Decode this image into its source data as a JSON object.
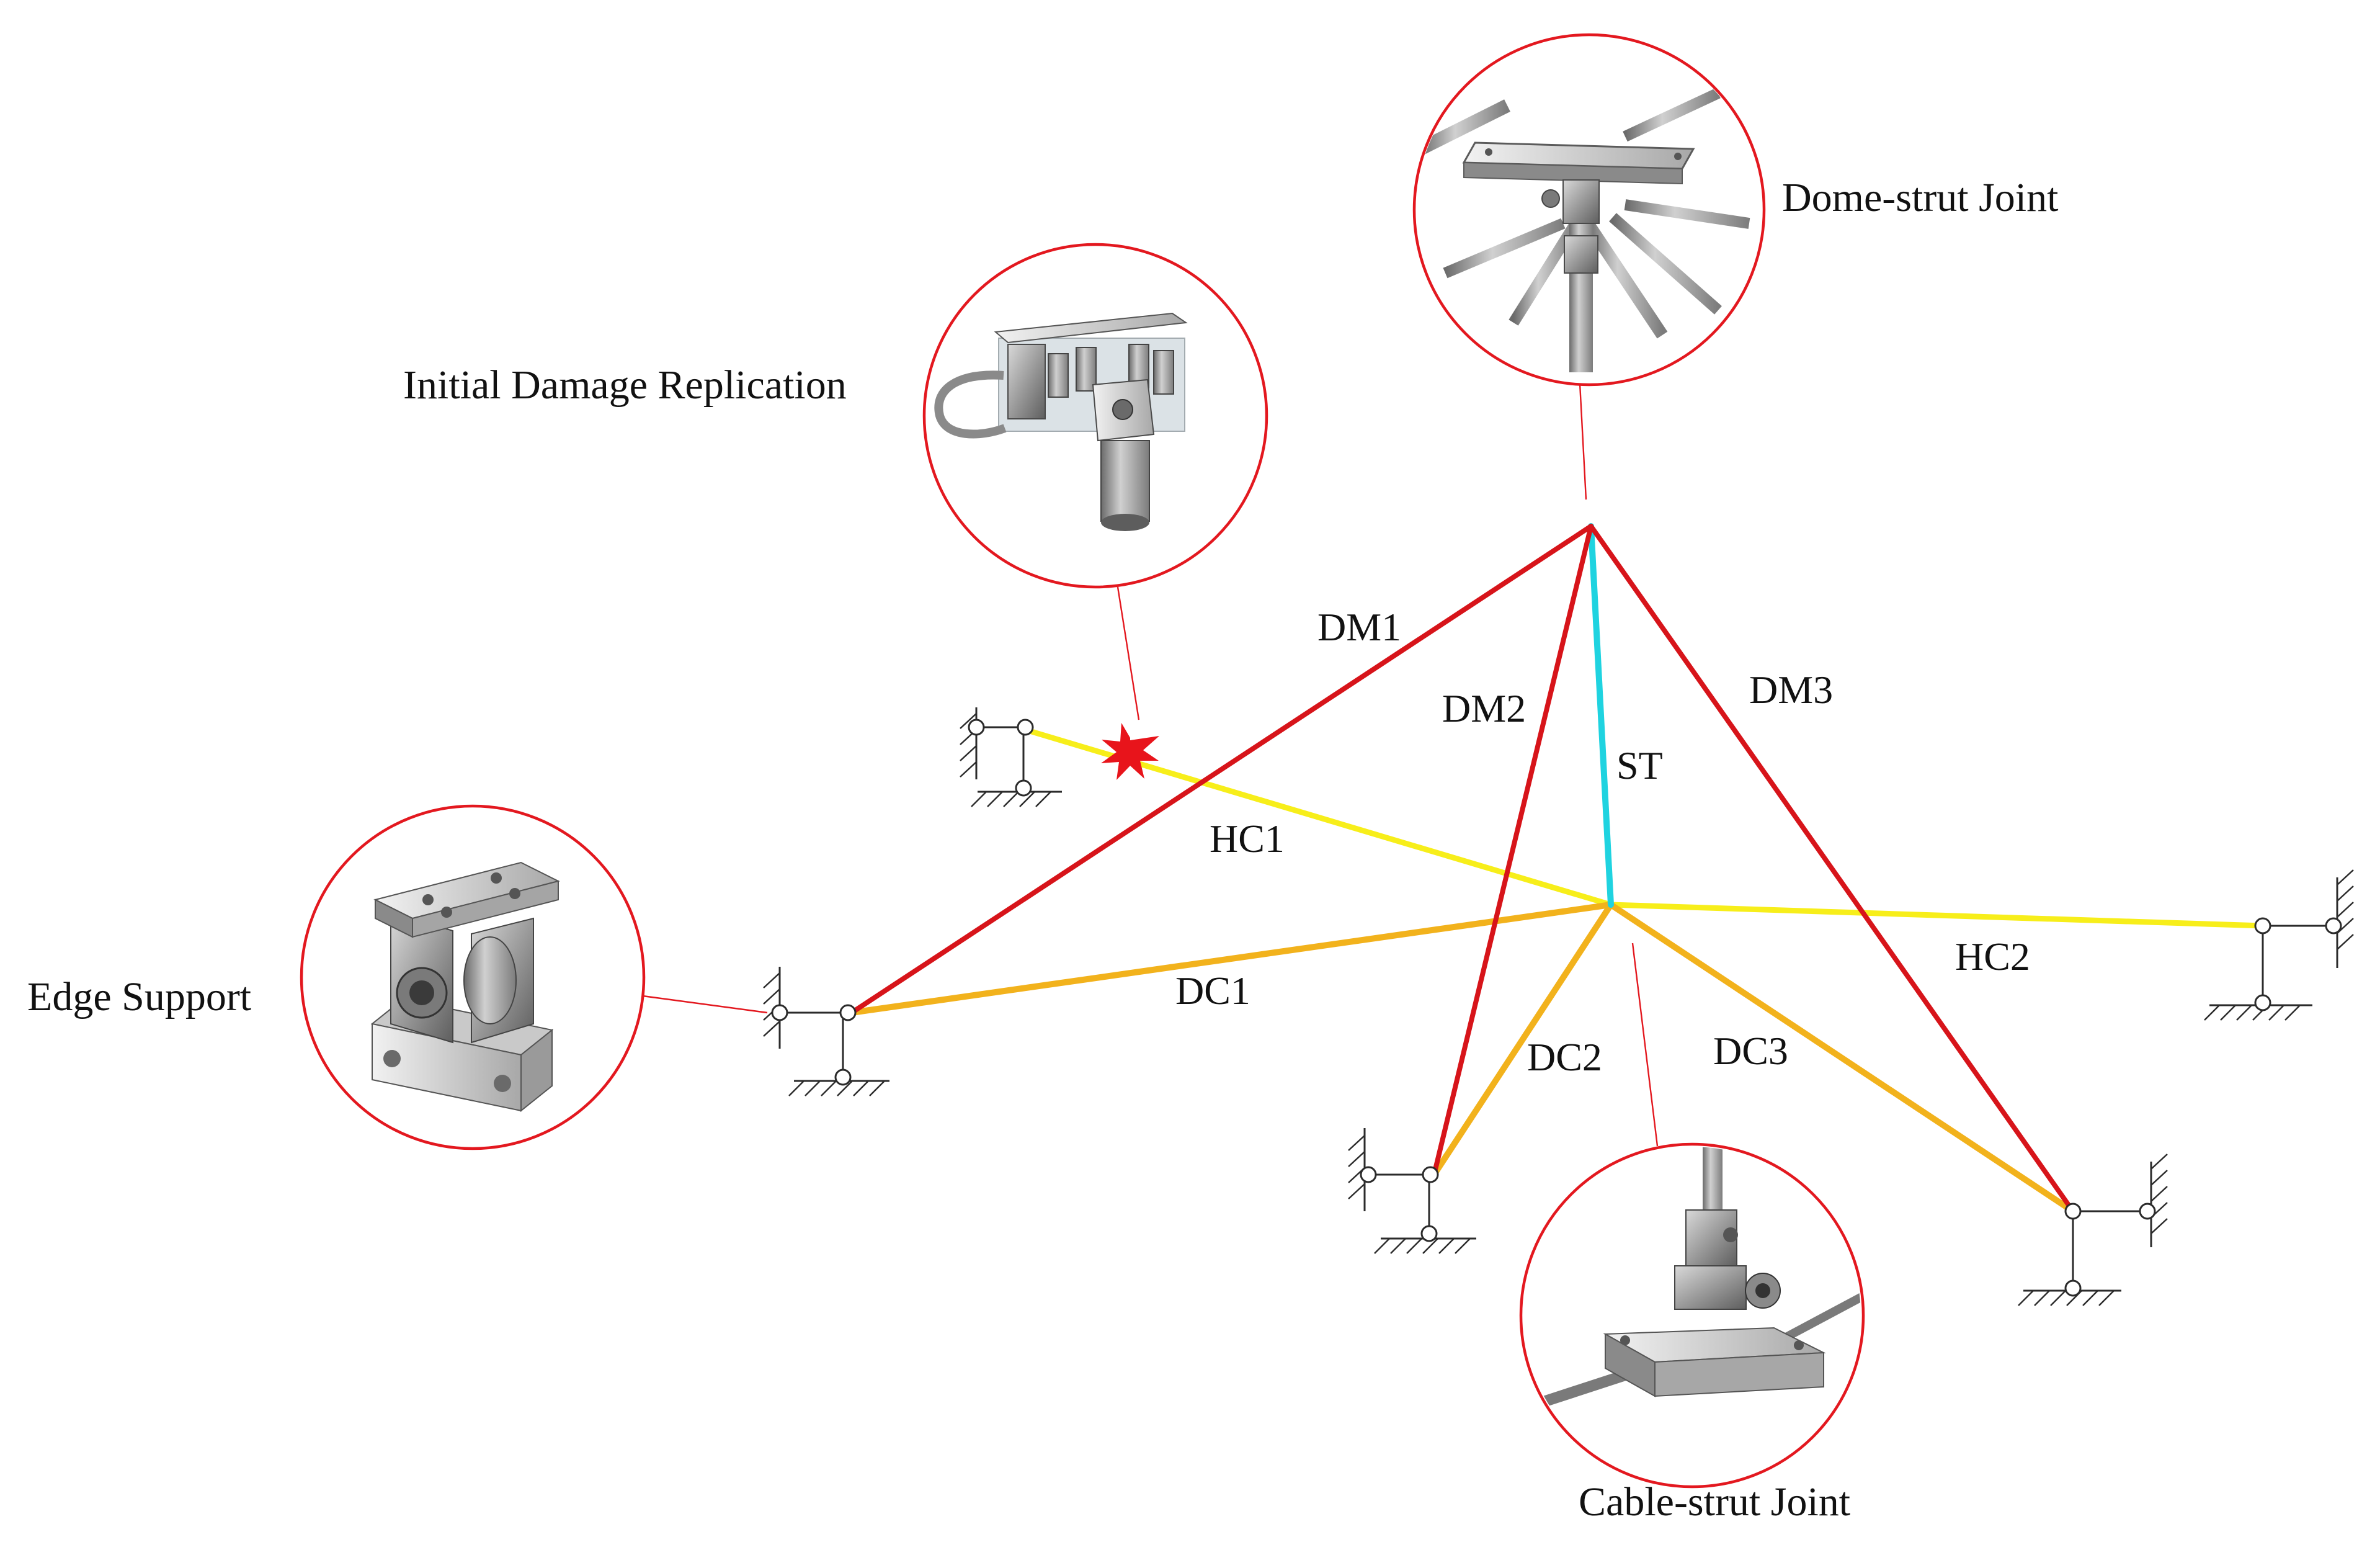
{
  "callouts": {
    "dome_strut_joint": "Dome-strut Joint",
    "initial_damage_replication": "Initial Damage Replication",
    "edge_support": "Edge Support",
    "cable_strut_joint": "Cable-strut Joint"
  },
  "members": {
    "dm1": "DM1",
    "dm2": "DM2",
    "dm3": "DM3",
    "st": "ST",
    "hc1": "HC1",
    "hc2": "HC2",
    "dc1": "DC1",
    "dc2": "DC2",
    "dc3": "DC3"
  },
  "colors": {
    "diagonal_members": "#d7141a",
    "strut": "#1fd3e0",
    "hoop_cables": "#f7ee1a",
    "diagonal_cables": "#f2b21c",
    "callout_circle": "#e3181f",
    "damage_marker": "#e8141b"
  }
}
